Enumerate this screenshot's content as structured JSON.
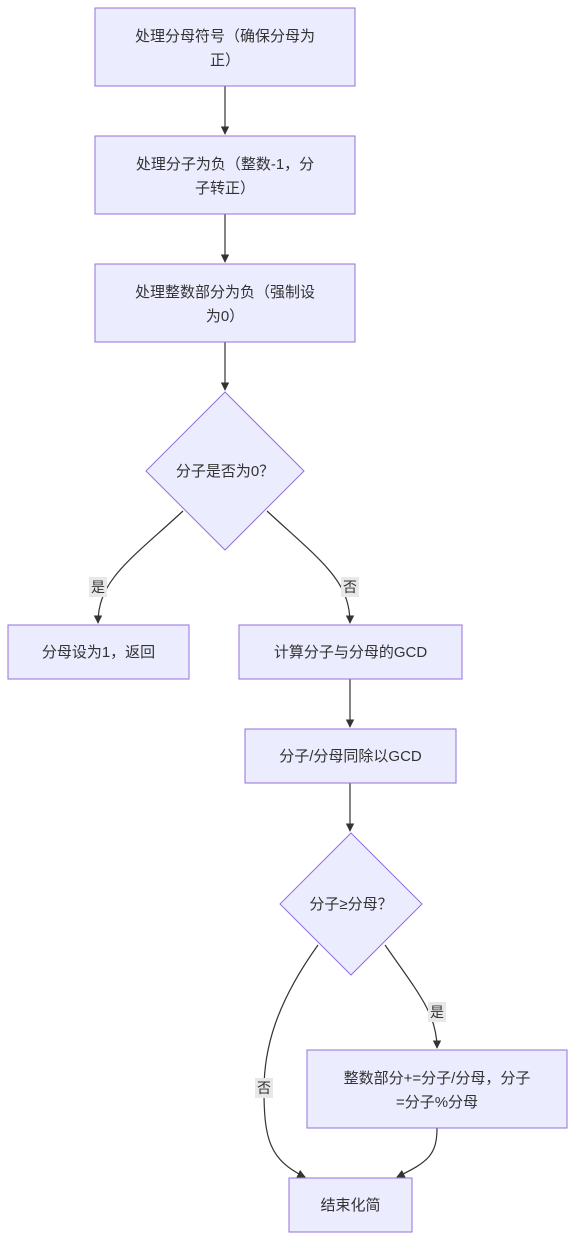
{
  "nodes": {
    "n1": [
      "处理分母符号（确保分母为",
      "正）"
    ],
    "n2": [
      "处理分子为负（整数-1，分",
      "子转正）"
    ],
    "n3": [
      "处理整数部分为负（强制设",
      "为0）"
    ],
    "d1": [
      "分子是否为0？"
    ],
    "n4": [
      "分母设为1，返回"
    ],
    "n5": [
      "计算分子与分母的GCD"
    ],
    "n6": [
      "分子/分母同除以GCD"
    ],
    "d2": [
      "分子≥分母？"
    ],
    "n7": [
      "整数部分+=分子/分母，分子",
      "=分子%分母"
    ],
    "n8": [
      "结束化简"
    ]
  },
  "edge_labels": {
    "d1_yes": "是",
    "d1_no": "否",
    "d2_yes": "是",
    "d2_no": "否"
  },
  "colors": {
    "node_fill": "#ececff",
    "node_stroke": "#9370db",
    "edge": "#333333",
    "label_bg": "#e8e8e8"
  }
}
